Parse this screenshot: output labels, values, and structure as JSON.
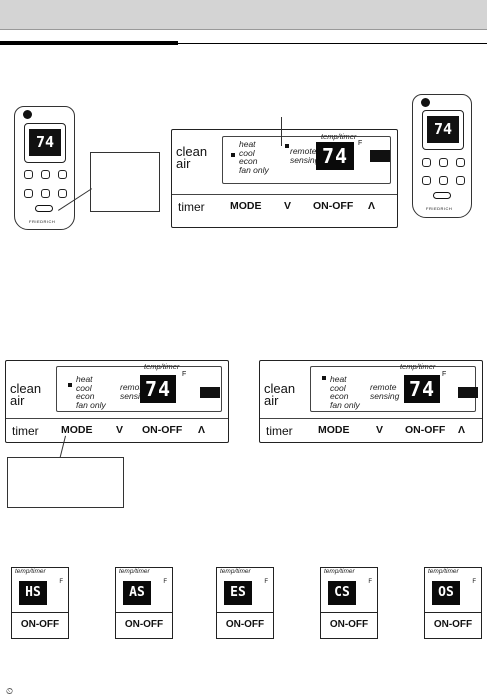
{
  "panel": {
    "brand_line1": "clean",
    "brand_line2": "air",
    "modes": [
      "heat",
      "cool",
      "econ",
      "fan only"
    ],
    "remote_line1": "remote",
    "remote_line2": "sensing",
    "temp_caption": "temp/timer",
    "unit": "F",
    "temp_value": "74",
    "buttons": {
      "timer": "timer",
      "mode": "MODE",
      "down": "V",
      "onoff": "ON-OFF",
      "up": "Λ"
    }
  },
  "remote": {
    "display_value": "74",
    "bottom_label": "FRIEDRICH",
    "side_label": "FRIEDRICH"
  },
  "mini_displays": [
    {
      "caption": "temp/timer",
      "unit": "F",
      "code": "HS",
      "button": "ON-OFF"
    },
    {
      "caption": "temp/timer",
      "unit": "F",
      "code": "AS",
      "button": "ON-OFF"
    },
    {
      "caption": "temp/timer",
      "unit": "F",
      "code": "ES",
      "button": "ON-OFF"
    },
    {
      "caption": "temp/timer",
      "unit": "F",
      "code": "CS",
      "button": "ON-OFF"
    },
    {
      "caption": "temp/timer",
      "unit": "F",
      "code": "OS",
      "button": "ON-OFF"
    }
  ],
  "footer": {
    "timer_icon": "timer-icon",
    "timer_glyph": "⏲"
  }
}
